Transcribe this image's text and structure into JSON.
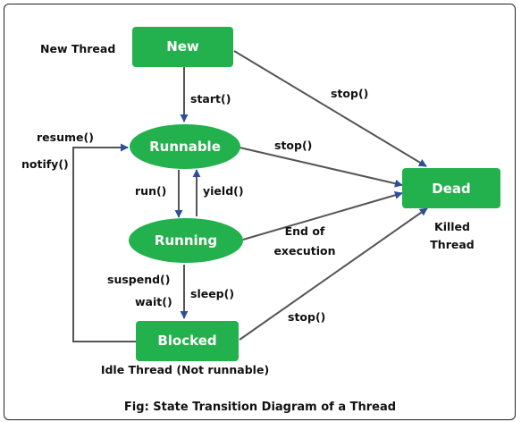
{
  "colors": {
    "node_fill": "#22b14c",
    "edge": "#555555",
    "arrowhead": "#2f4e9a",
    "text": "#111111"
  },
  "nodes": {
    "new": "New",
    "runnable": "Runnable",
    "running": "Running",
    "blocked": "Blocked",
    "dead": "Dead"
  },
  "labels": {
    "new_thread": "New Thread",
    "start": "start()",
    "stop_new": "stop()",
    "stop_runnable": "stop()",
    "stop_blocked": "stop()",
    "resume": "resume()",
    "notify": "notify()",
    "run": "run()",
    "yield": "yield()",
    "end_line1": "End of",
    "end_line2": "execution",
    "killed_line1": "Killed",
    "killed_line2": "Thread",
    "suspend": "suspend()",
    "wait": "wait()",
    "sleep": "sleep()",
    "idle": "Idle Thread (Not runnable)"
  },
  "caption": "Fig: State Transition Diagram of a Thread"
}
